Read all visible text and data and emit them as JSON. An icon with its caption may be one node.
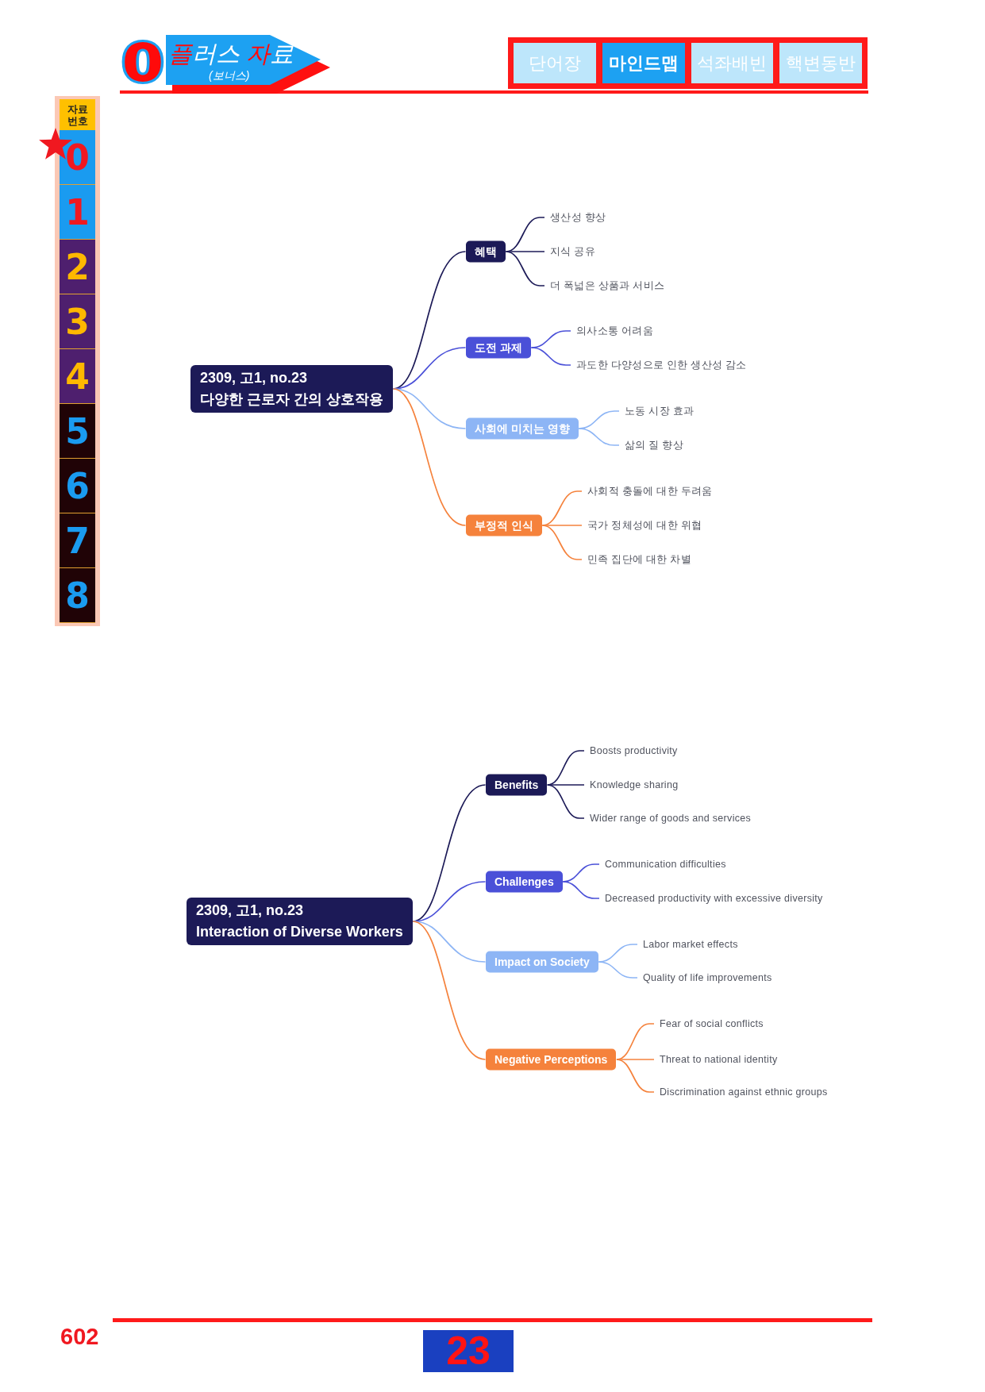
{
  "diagram": {
    "nodes": [
      {
        "text": [
          "2309, 고1, no.23",
          "다양한 근로자 간의 상호작용"
        ]
      },
      {
        "text": [
          "혜택"
        ]
      },
      {
        "text": [
          "생산성 향상"
        ]
      },
      {
        "text": [
          "지식 공유"
        ]
      },
      {
        "text": [
          "더 폭넓은 상품과 서비스"
        ]
      },
      {
        "text": [
          "도전 과제"
        ]
      },
      {
        "text": [
          "의사소통 어려움"
        ]
      },
      {
        "text": [
          "과도한 다양성으로 인한 생산성 감소"
        ]
      },
      {
        "text": [
          "사회에 미치는 영향"
        ]
      },
      {
        "text": [
          "노동 시장 효과"
        ]
      },
      {
        "text": [
          "삶의 질 향상"
        ]
      },
      {
        "text": [
          "부정적 인식"
        ]
      },
      {
        "text": [
          "사회적 충돌에 대한 두려움"
        ]
      },
      {
        "text": [
          "국가 정체성에 대한 위협"
        ]
      },
      {
        "text": [
          "민족 집단에 대한 차별"
        ]
      },
      {
        "text": [
          "2309, 고1, no.23",
          "Interaction of Diverse Workers"
        ]
      },
      {
        "text": [
          "Benefits"
        ]
      },
      {
        "text": [
          "Boosts productivity"
        ]
      },
      {
        "text": [
          "Knowledge sharing"
        ]
      },
      {
        "text": [
          "Wider range of goods and services"
        ]
      },
      {
        "text": [
          "Challenges"
        ]
      },
      {
        "text": [
          "Communication difficulties"
        ]
      },
      {
        "text": [
          "Decreased productivity with excessive diversity"
        ]
      },
      {
        "text": [
          "Impact on Society"
        ]
      },
      {
        "text": [
          "Labor market effects"
        ]
      },
      {
        "text": [
          "Quality of life improvements"
        ]
      },
      {
        "text": [
          "Negative Perceptions"
        ]
      },
      {
        "text": [
          "Fear of social conflicts"
        ]
      },
      {
        "text": [
          "Threat to national identity"
        ]
      },
      {
        "text": [
          "Discrimination against ethnic groups"
        ]
      }
    ],
    "edges": [
      {
        "from": 0,
        "to": 1,
        "arrow": "none",
        "color": "#1c1a57"
      },
      {
        "from": 1,
        "to": 2,
        "arrow": "none",
        "color": "#1c1a57"
      },
      {
        "from": 1,
        "to": 3,
        "arrow": "none",
        "color": "#1c1a57"
      },
      {
        "from": 1,
        "to": 4,
        "arrow": "none",
        "color": "#1c1a57"
      },
      {
        "from": 0,
        "to": 5,
        "arrow": "none",
        "color": "#4a50d8"
      },
      {
        "from": 5,
        "to": 6,
        "arrow": "none",
        "color": "#4a50d8"
      },
      {
        "from": 5,
        "to": 7,
        "arrow": "none",
        "color": "#4a50d8"
      },
      {
        "from": 0,
        "to": 8,
        "arrow": "none",
        "color": "#8db5f5"
      },
      {
        "from": 8,
        "to": 9,
        "arrow": "none",
        "color": "#8db5f5"
      },
      {
        "from": 8,
        "to": 10,
        "arrow": "none",
        "color": "#8db5f5"
      },
      {
        "from": 0,
        "to": 11,
        "arrow": "none",
        "color": "#f5823c"
      },
      {
        "from": 11,
        "to": 12,
        "arrow": "none",
        "color": "#f5823c"
      },
      {
        "from": 11,
        "to": 13,
        "arrow": "none",
        "color": "#f5823c"
      },
      {
        "from": 11,
        "to": 14,
        "arrow": "none",
        "color": "#f5823c"
      },
      {
        "from": 15,
        "to": 16,
        "arrow": "none",
        "color": "#1c1a57"
      },
      {
        "from": 16,
        "to": 17,
        "arrow": "none",
        "color": "#1c1a57"
      },
      {
        "from": 16,
        "to": 18,
        "arrow": "none",
        "color": "#1c1a57"
      },
      {
        "from": 16,
        "to": 19,
        "arrow": "none",
        "color": "#1c1a57"
      },
      {
        "from": 15,
        "to": 20,
        "arrow": "none",
        "color": "#4a50d8"
      },
      {
        "from": 20,
        "to": 21,
        "arrow": "none",
        "color": "#4a50d8"
      },
      {
        "from": 20,
        "to": 22,
        "arrow": "none",
        "color": "#4a50d8"
      },
      {
        "from": 15,
        "to": 23,
        "arrow": "none",
        "color": "#8db5f5"
      },
      {
        "from": 23,
        "to": 24,
        "arrow": "none",
        "color": "#8db5f5"
      },
      {
        "from": 23,
        "to": 25,
        "arrow": "none",
        "color": "#8db5f5"
      },
      {
        "from": 15,
        "to": 26,
        "arrow": "none",
        "color": "#f5823c"
      },
      {
        "from": 26,
        "to": 27,
        "arrow": "none",
        "color": "#f5823c"
      },
      {
        "from": 26,
        "to": 28,
        "arrow": "none",
        "color": "#f5823c"
      },
      {
        "from": 26,
        "to": 29,
        "arrow": "none",
        "color": "#f5823c"
      }
    ],
    "labels": [
      "0",
      "플러스 자료",
      "(보너스)",
      "단어장",
      "마인드맵",
      "석좌배빈",
      "핵변동반",
      "자료 번호",
      "0",
      "1",
      "2",
      "3",
      "4",
      "5",
      "6",
      "7",
      "8",
      "602",
      "23"
    ]
  }
}
